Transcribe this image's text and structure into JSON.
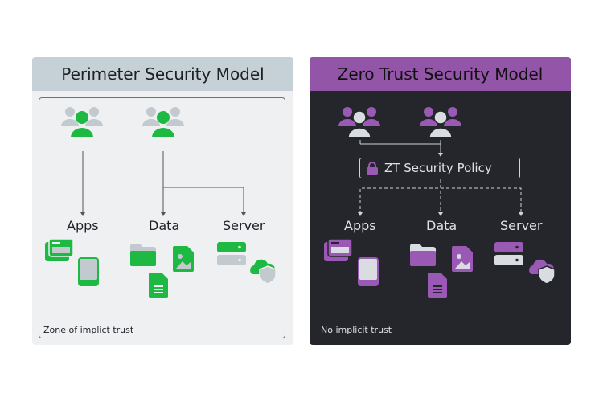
{
  "perimeter": {
    "title": "Perimeter Security Model",
    "nodes": {
      "apps": "Apps",
      "data": "Data",
      "server": "Server"
    },
    "footer": "Zone of implict trust",
    "accent": "#1db942",
    "icons": [
      "users-icon",
      "users-icon",
      "app-window-icon",
      "mobile-icon",
      "folder-icon",
      "image-file-icon",
      "document-file-icon",
      "server-icon",
      "cloud-shield-icon"
    ]
  },
  "zero_trust": {
    "title": "Zero Trust Security Model",
    "policy": "ZT Security Policy",
    "nodes": {
      "apps": "Apps",
      "data": "Data",
      "server": "Server"
    },
    "footer": "No implicit trust",
    "accent": "#9b59b6",
    "icons": [
      "users-icon",
      "users-icon",
      "lock-icon",
      "app-window-icon",
      "mobile-icon",
      "folder-icon",
      "image-file-icon",
      "document-file-icon",
      "server-icon",
      "cloud-shield-icon"
    ]
  }
}
